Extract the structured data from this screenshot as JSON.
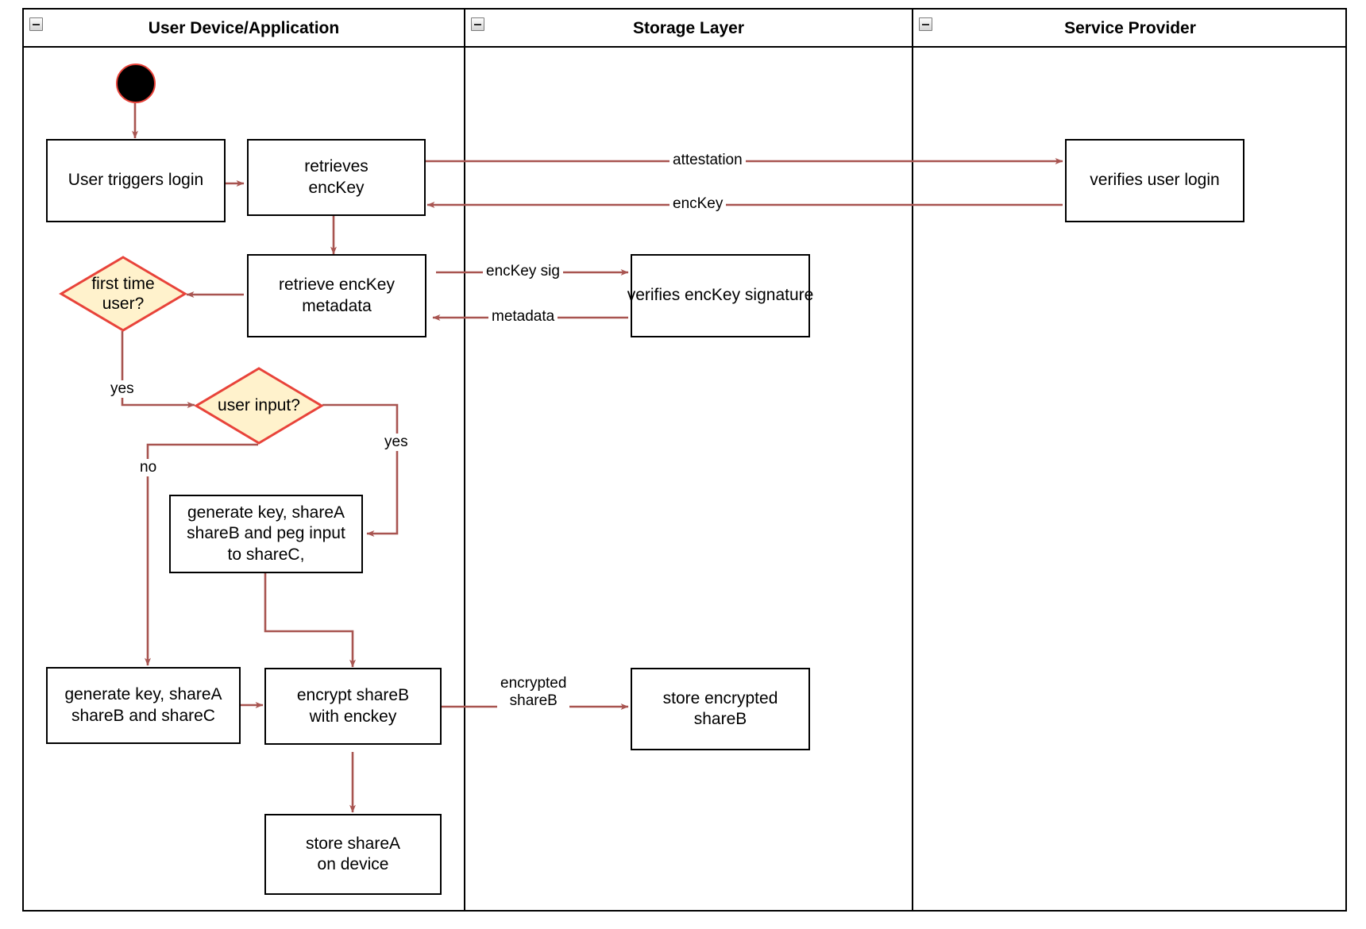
{
  "diagram": {
    "type": "uml-activity-swimlane",
    "colors": {
      "edge": "#a85450",
      "decision_fill": "#fff2cc",
      "decision_stroke": "#e8433a",
      "node_stroke": "#000000",
      "node_fill": "#ffffff",
      "start_fill": "#000000",
      "start_stroke": "#e8433a",
      "lane_stroke": "#000000"
    }
  },
  "lanes": [
    {
      "id": "lane-user-device",
      "title": "User Device/Application",
      "collapse_icon": "collapse-minus-icon"
    },
    {
      "id": "lane-storage",
      "title": "Storage Layer",
      "collapse_icon": "collapse-minus-icon"
    },
    {
      "id": "lane-service-provider",
      "title": "Service Provider",
      "collapse_icon": "collapse-minus-icon"
    }
  ],
  "nodes": {
    "start": {
      "name": "start-node",
      "label": ""
    },
    "user_triggers_login": {
      "label": "User triggers login"
    },
    "retrieves_enckey": {
      "label": "retrieves\nencKey"
    },
    "verifies_user_login": {
      "label": "verifies user login"
    },
    "retrieve_enckey_metadata": {
      "label": "retrieve encKey\nmetadata"
    },
    "verifies_enckey_signature": {
      "label": "verifies encKey signature"
    },
    "first_time_user": {
      "label": "first time\nuser?"
    },
    "user_input": {
      "label": "user input?"
    },
    "generate_peg": {
      "label": "generate key, shareA\nshareB and peg input\nto shareC,"
    },
    "generate_shares": {
      "label": "generate key, shareA\nshareB and shareC"
    },
    "encrypt_shareb": {
      "label": "encrypt shareB\nwith enckey"
    },
    "store_encrypted_shareb": {
      "label": "store encrypted\nshareB"
    },
    "store_sharea": {
      "label": "store shareA\non device"
    }
  },
  "edge_labels": {
    "attestation": "attestation",
    "enckey": "encKey",
    "enckey_sig": "encKey sig",
    "metadata": "metadata",
    "first_time_yes": "yes",
    "user_input_yes": "yes",
    "user_input_no": "no",
    "encrypted_shareb": "encrypted\nshareB"
  }
}
